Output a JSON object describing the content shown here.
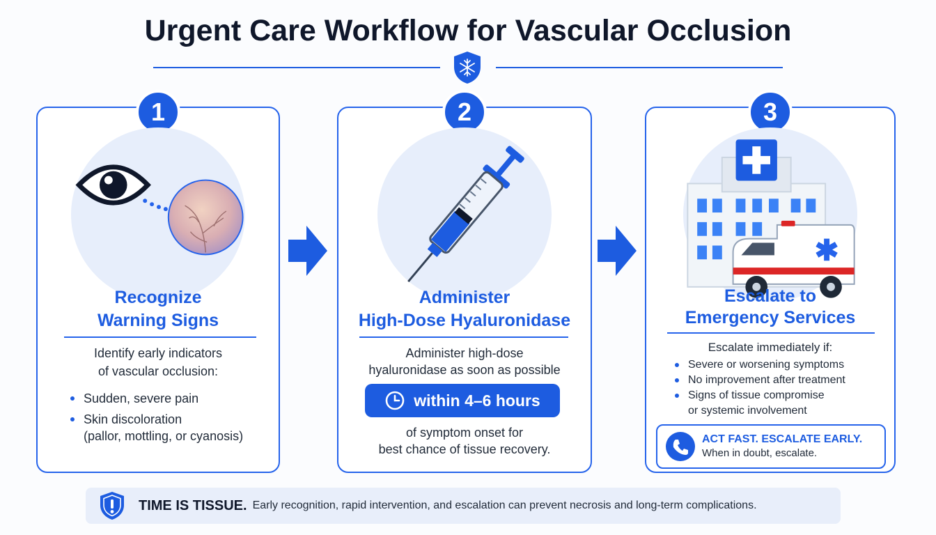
{
  "title": "Urgent Care Workflow for Vascular Occlusion",
  "colors": {
    "accent": "#1d5ce0",
    "panel": "#e7eefb",
    "text": "#1f2937"
  },
  "steps": [
    {
      "number": "1",
      "icon": "eye-skin-icon",
      "title_line1": "Recognize",
      "title_line2": "Warning Signs",
      "intro_line1": "Identify early indicators",
      "intro_line2": "of vascular occlusion:",
      "bullets": [
        {
          "line1": "Sudden, severe pain",
          "line2": ""
        },
        {
          "line1": "Skin discoloration",
          "line2": "(pallor, mottling, or cyanosis)"
        }
      ]
    },
    {
      "number": "2",
      "icon": "syringe-icon",
      "title_line1": "Administer",
      "title_line2": "High-Dose Hyaluronidase",
      "intro_line1": "Administer high-dose",
      "intro_line2": "hyaluronidase as soon as possible",
      "highlight": "within 4–6 hours",
      "outro_line1": "of symptom onset for",
      "outro_line2": "best chance of tissue recovery."
    },
    {
      "number": "3",
      "icon": "hospital-ambulance-icon",
      "title_line1": "Escalate to",
      "title_line2": "Emergency Services",
      "intro_line1": "Escalate immediately if:",
      "bullets": [
        {
          "line1": "Severe or worsening symptoms",
          "line2": ""
        },
        {
          "line1": "No improvement after treatment",
          "line2": ""
        },
        {
          "line1": "Signs of tissue compromise",
          "line2": "or systemic involvement"
        }
      ],
      "alert_title": "ACT FAST. ESCALATE EARLY.",
      "alert_text": "When in doubt, escalate."
    }
  ],
  "footer": {
    "strong": "TIME IS TISSUE.",
    "text": "Early recognition, rapid intervention, and escalation can prevent necrosis and long-term complications."
  }
}
